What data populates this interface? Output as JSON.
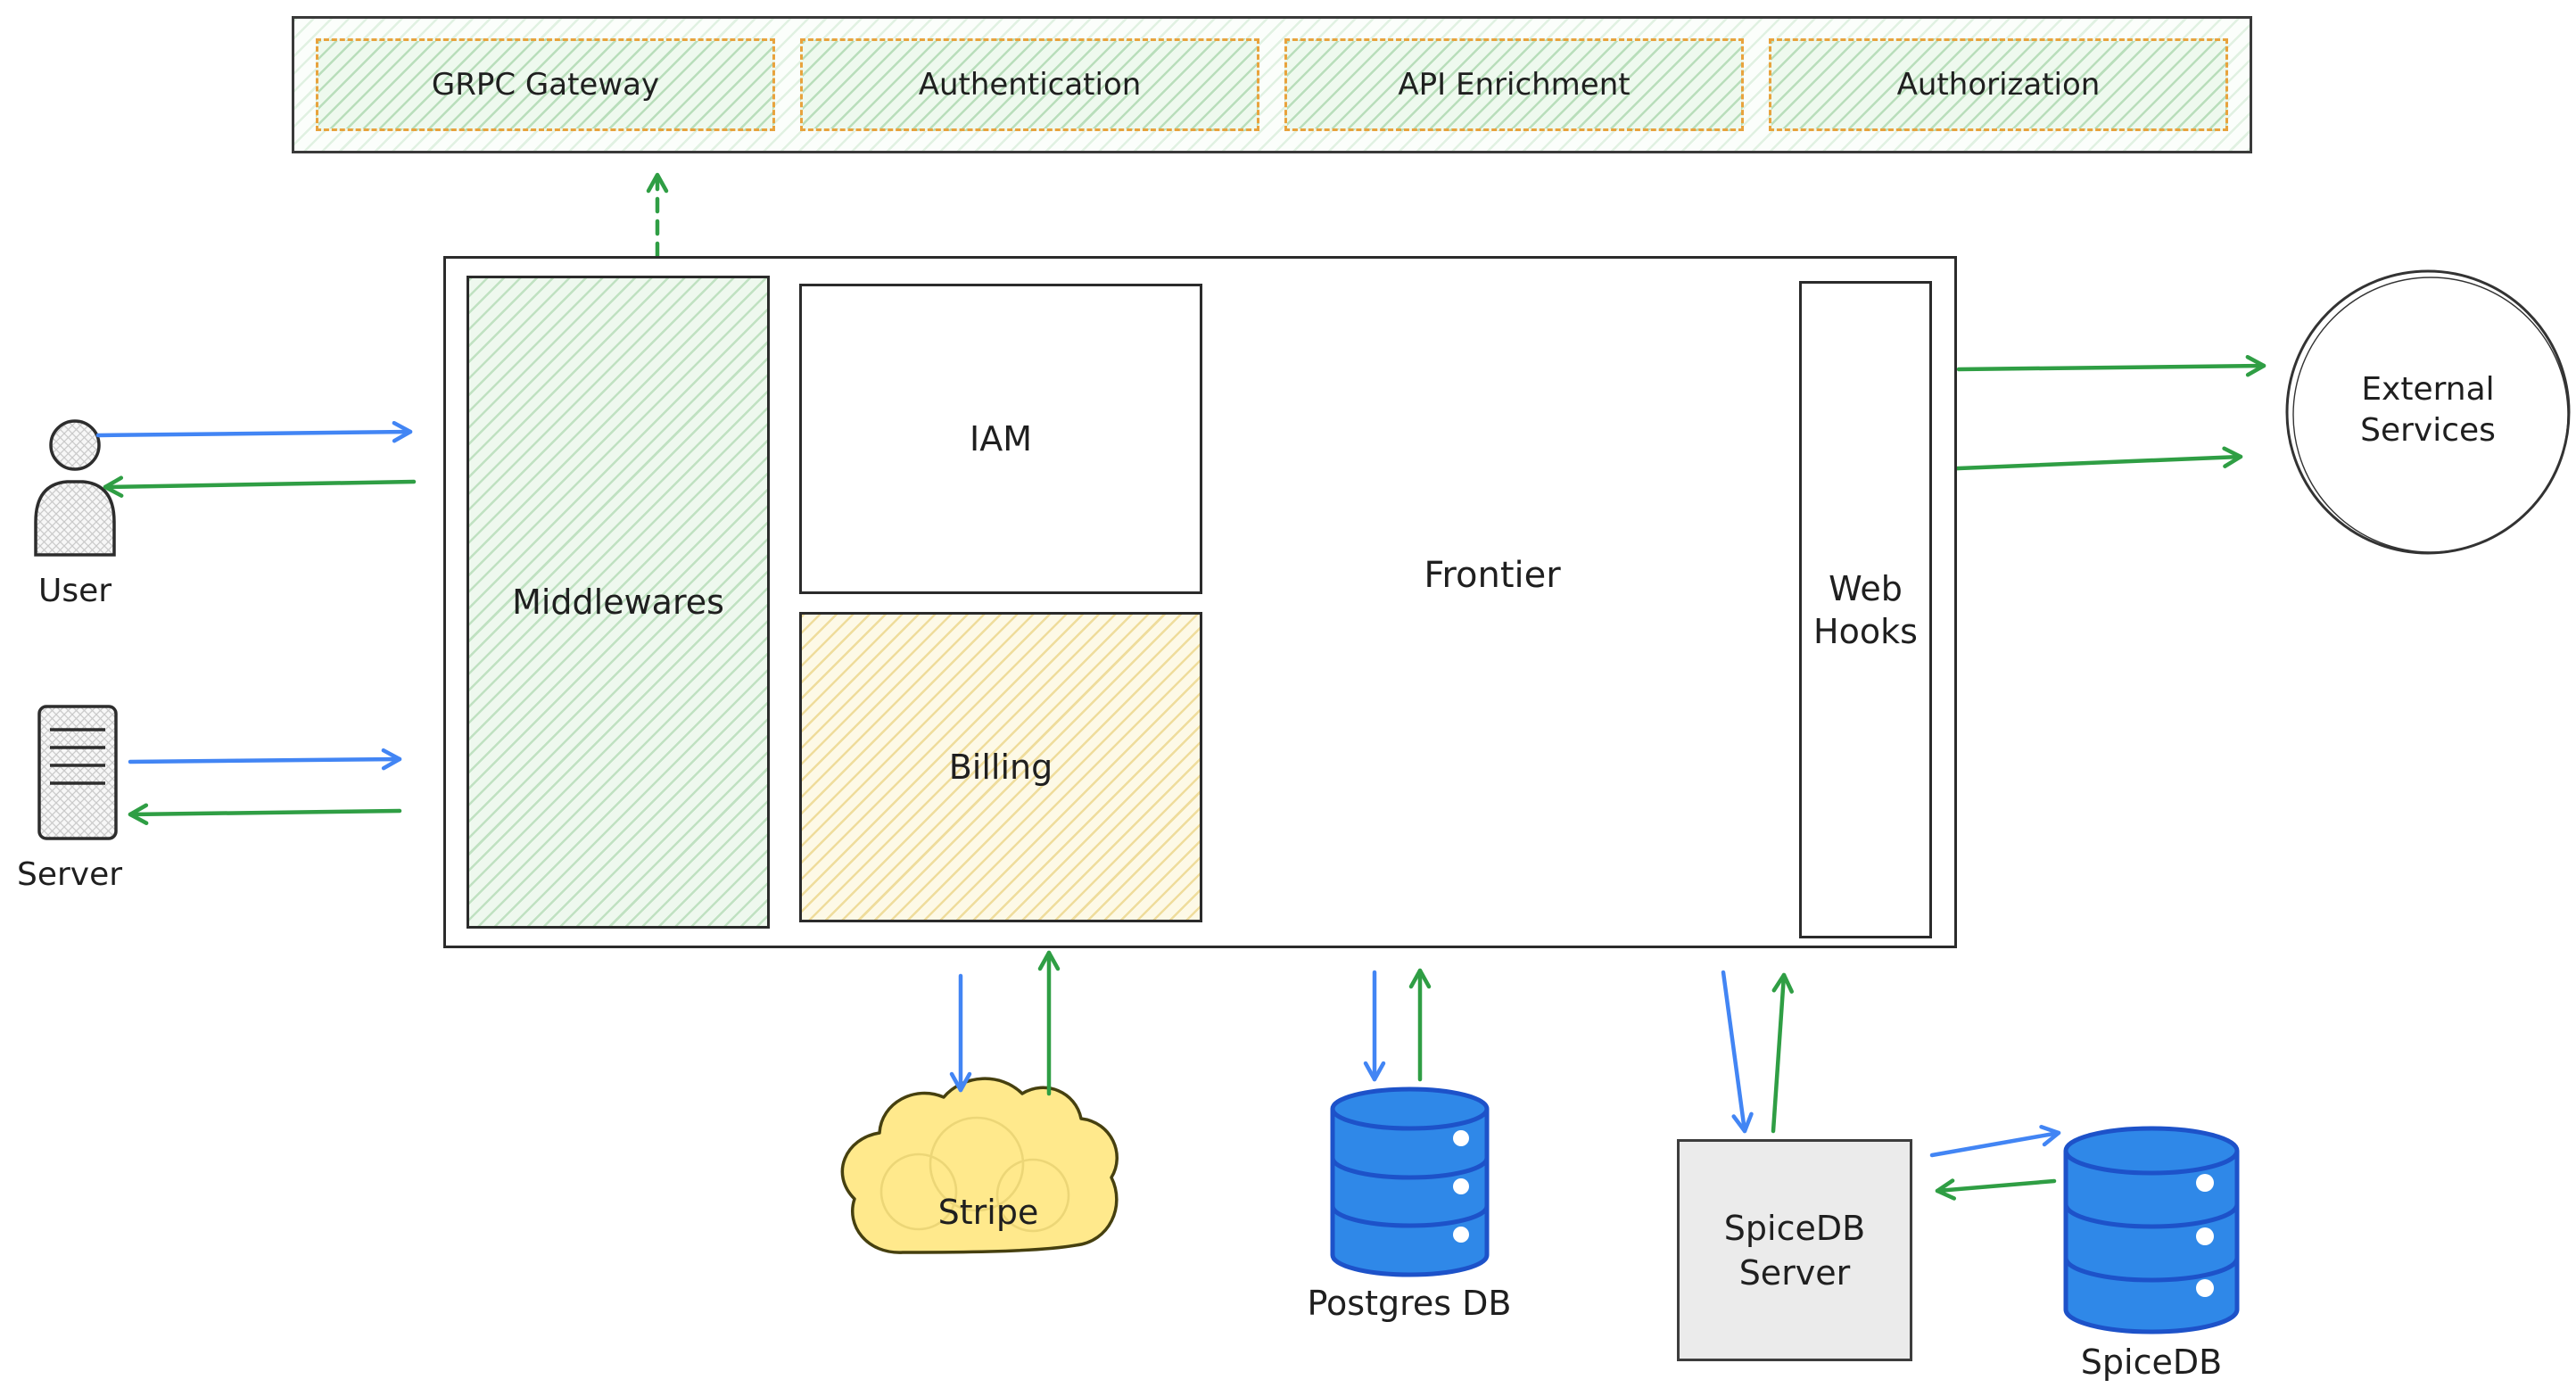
{
  "top_bar": {
    "items": [
      {
        "label": "GRPC Gateway"
      },
      {
        "label": "Authentication"
      },
      {
        "label": "API Enrichment"
      },
      {
        "label": "Authorization"
      }
    ]
  },
  "main": {
    "container_label": "Frontier",
    "middlewares_label": "Middlewares",
    "iam_label": "IAM",
    "billing_label": "Billing",
    "webhooks_line1": "Web",
    "webhooks_line2": "Hooks"
  },
  "actors": {
    "user_label": "User",
    "server_label": "Server"
  },
  "external_services": {
    "line1": "External",
    "line2": "Services"
  },
  "datastores": {
    "stripe_label": "Stripe",
    "postgres_label": "Postgres DB",
    "spicedb_server_line1": "SpiceDB",
    "spicedb_server_line2": "Server",
    "spicedb_label": "SpiceDB"
  },
  "colors": {
    "arrow_blue": "#4285f4",
    "arrow_green": "#2f9e44",
    "pipeline_border": "#e8a33d",
    "green_hatch": "#69b76e",
    "yellow_hatch": "#deba41",
    "db_fill": "#2f88e8",
    "db_stroke": "#1d52c9",
    "cloud_fill": "#ffe98c",
    "server_box_fill": "#ebebeb",
    "ink": "#1f1f1f"
  }
}
